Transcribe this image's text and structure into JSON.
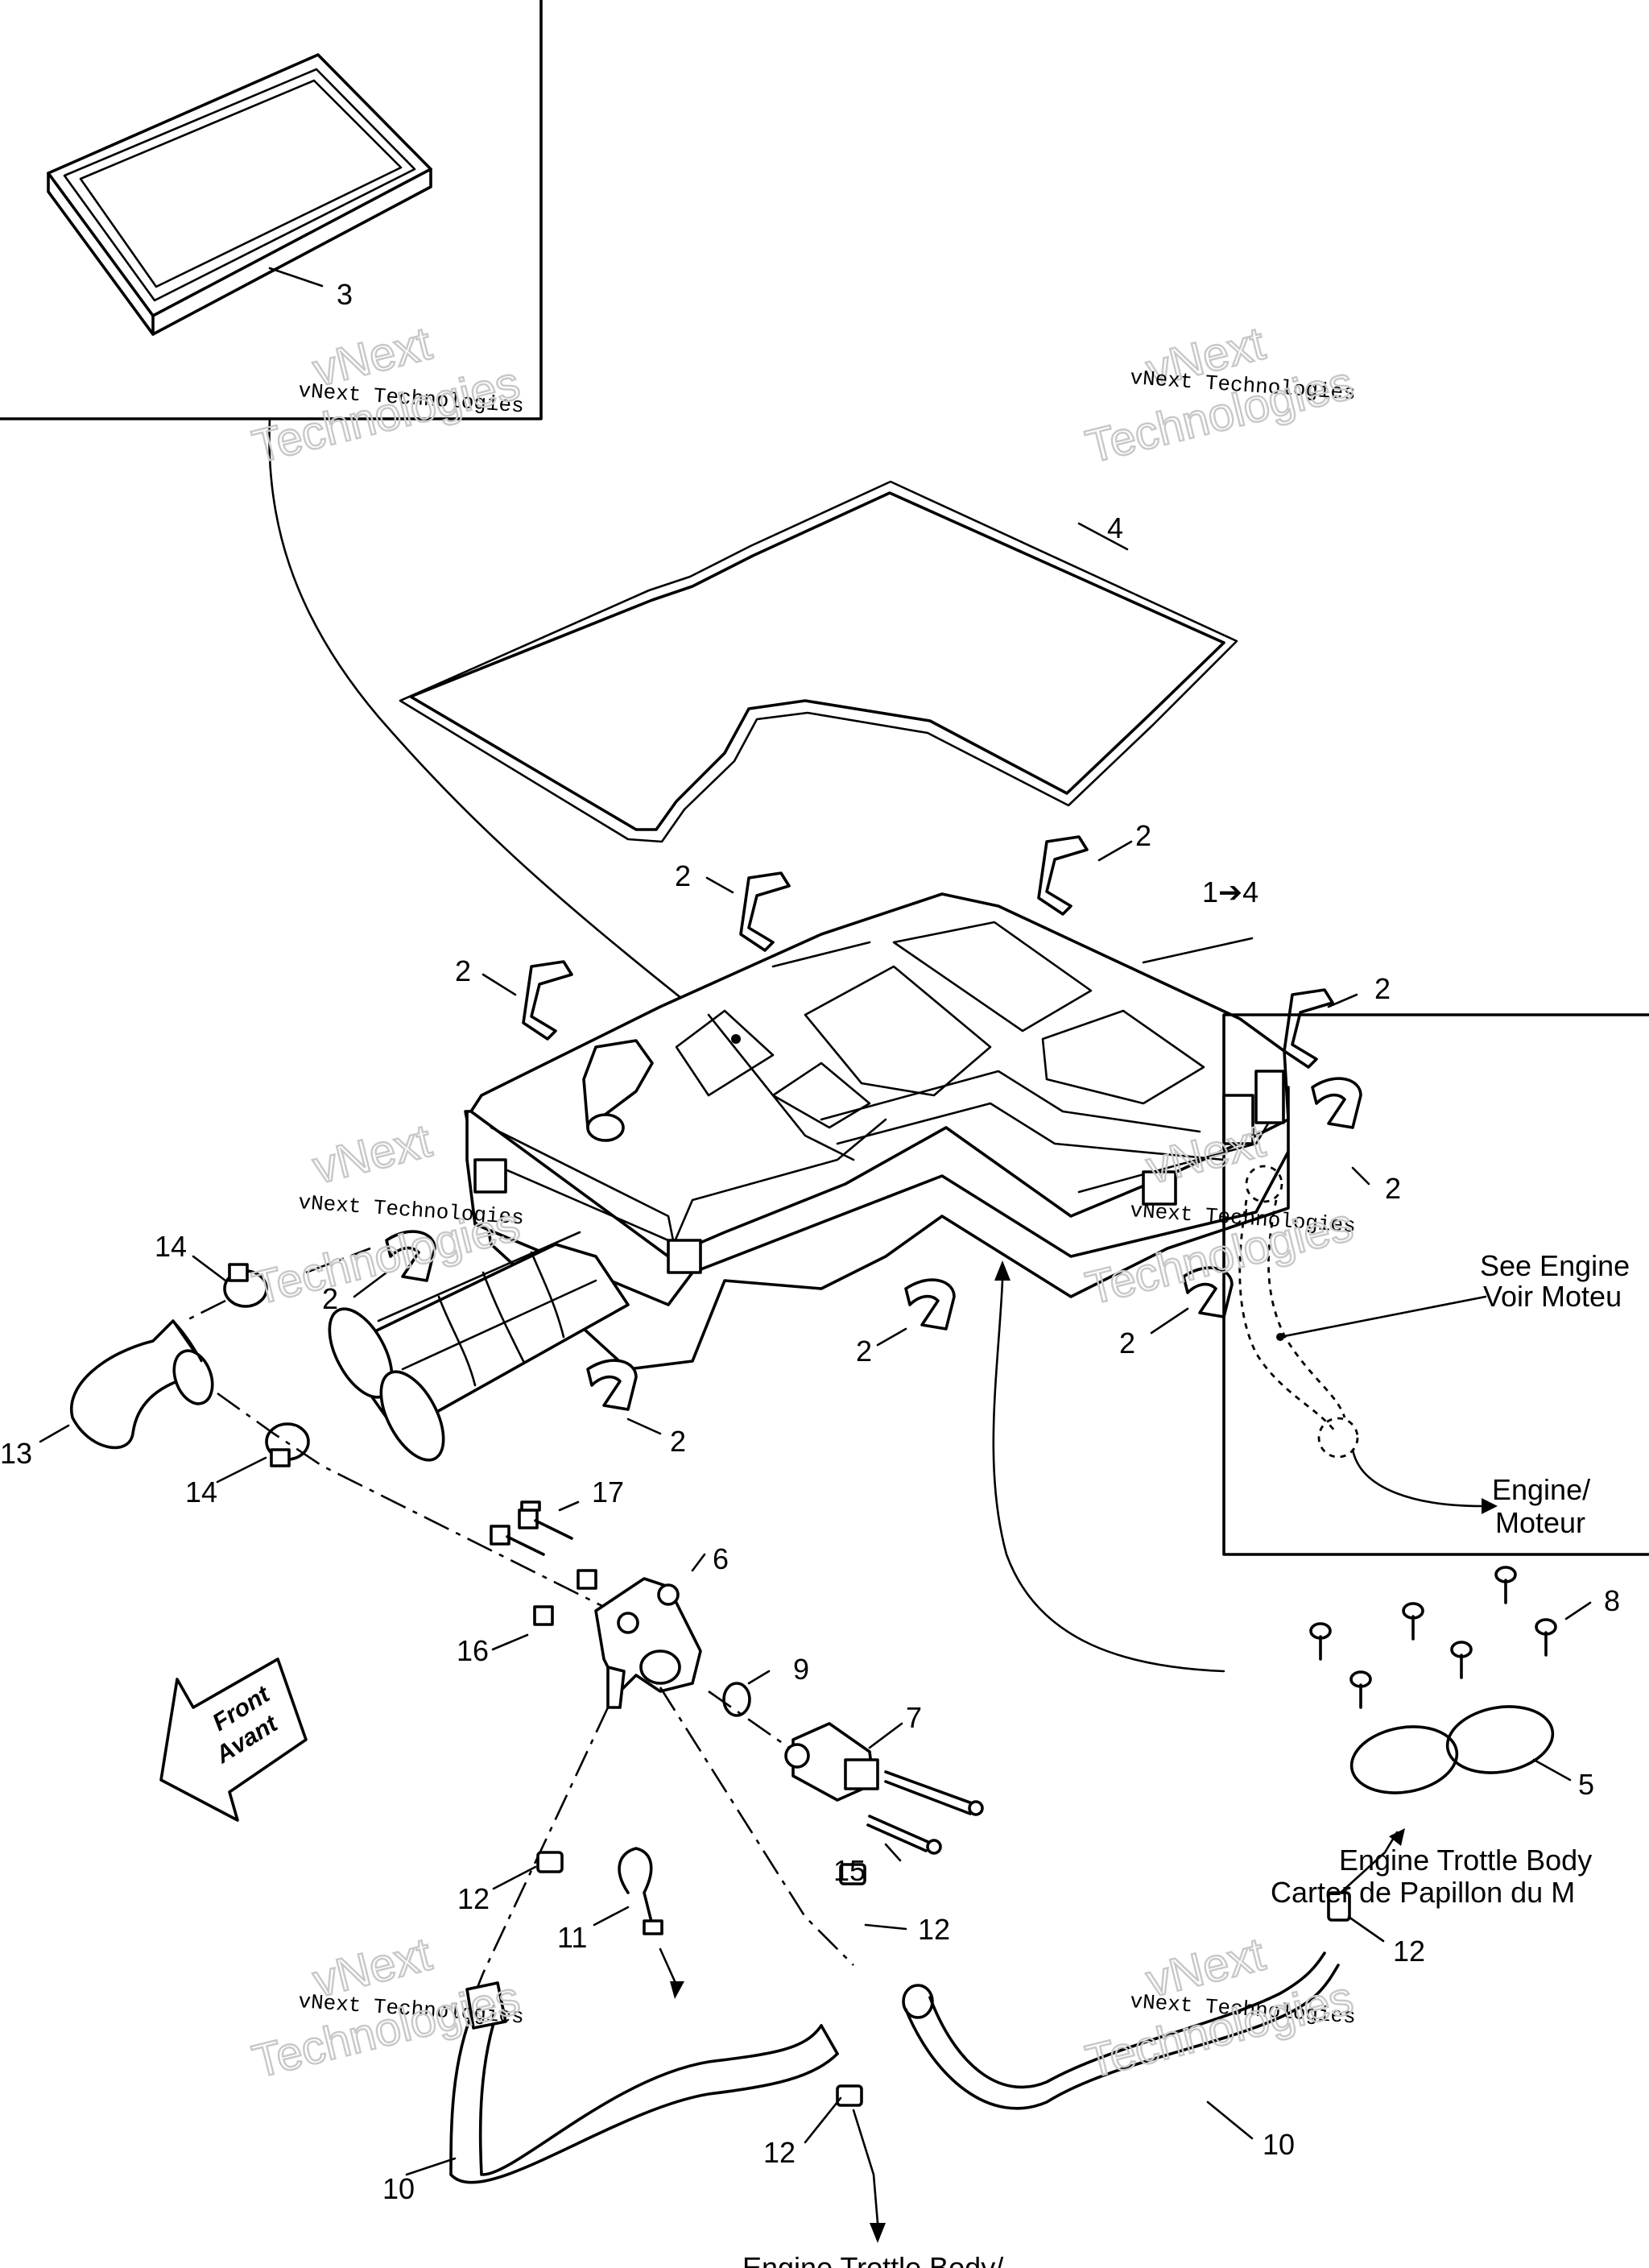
{
  "callouts": {
    "c1": "1➔4",
    "c2": "2",
    "c3": "3",
    "c4": "4",
    "c5": "5",
    "c6": "6",
    "c7": "7",
    "c8": "8",
    "c9": "9",
    "c10": "10",
    "c11": "11",
    "c12": "12",
    "c13": "13",
    "c14": "14",
    "c15": "15",
    "c16": "16",
    "c17": "17"
  },
  "notes": {
    "see_engine_line1": "See Engine",
    "see_engine_line2": "Voir Moteu",
    "engine_line1": "Engine/",
    "engine_line2": "Moteur",
    "throttle_body_line1": "Engine Trottle Body",
    "throttle_body_line2": "Carter de Papillon du M",
    "throttle_body_bottom": "Engine Trottle Body/"
  },
  "front_arrow": {
    "line1": "Front",
    "line2": "Avant"
  },
  "watermark": {
    "brand_arc": "vNext",
    "company": "vNext Technologies",
    "big": "Technologies"
  }
}
